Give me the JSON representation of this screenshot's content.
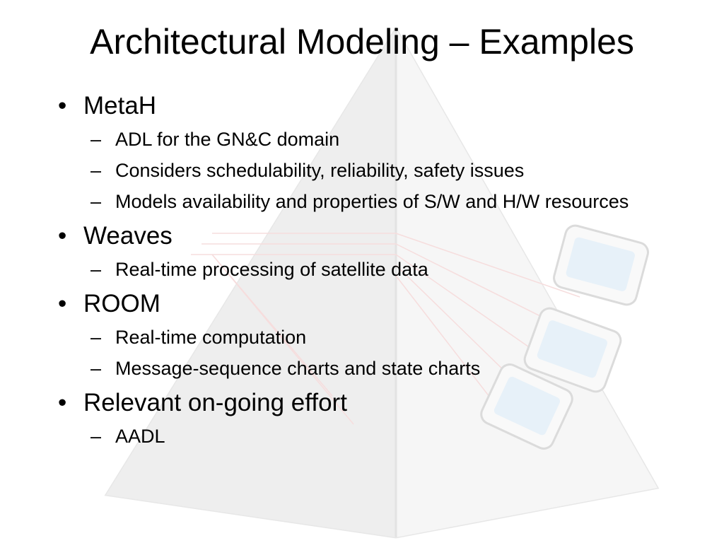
{
  "slide": {
    "title": "Architectural Modeling – Examples",
    "bullet_marker": "•",
    "sub_marker": "–",
    "watermark_icon": "pyramid-logo-icon"
  },
  "bullets": [
    {
      "text": "MetaH",
      "subs": [
        "ADL for the GN&C domain",
        "Considers schedulability, reliability, safety issues",
        "Models availability and properties of S/W and H/W resources"
      ]
    },
    {
      "text": "Weaves",
      "subs": [
        "Real-time processing of satellite data"
      ]
    },
    {
      "text": "ROOM",
      "subs": [
        "Real-time computation",
        "Message-sequence charts and state charts"
      ]
    },
    {
      "text": "Relevant on-going effort",
      "subs": [
        "AADL"
      ]
    }
  ]
}
